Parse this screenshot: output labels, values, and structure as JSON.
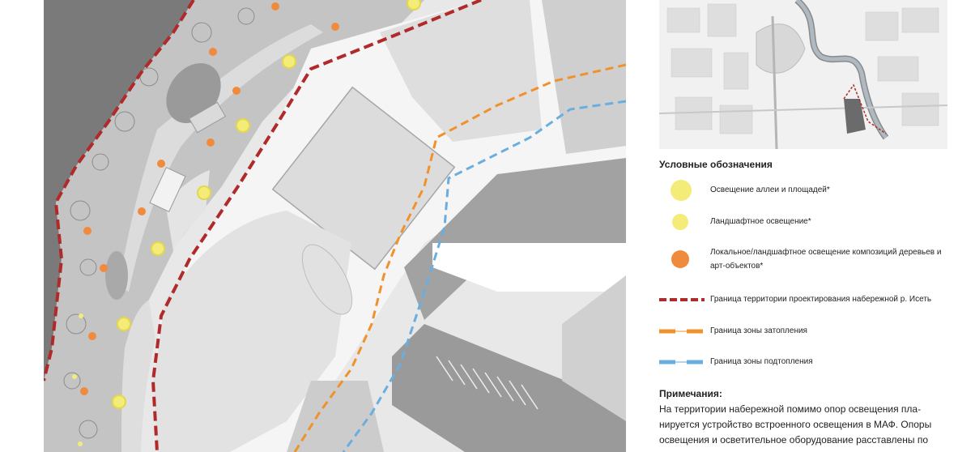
{
  "legend": {
    "title": "Условные обозначения",
    "items": [
      {
        "key": "alley-lighting",
        "label": "Освещение аллеи и площадей*",
        "symbol": "circle-large",
        "color": "#f3ec78"
      },
      {
        "key": "landscape-lighting",
        "label": "Ландшафтное освещение*",
        "symbol": "circle-small",
        "color": "#f3ec78"
      },
      {
        "key": "local-lighting",
        "label": "Локальное/ландшафтное освещение композиций деревьев и арт-объектов*",
        "symbol": "circle-orange",
        "color": "#f08a3c"
      },
      {
        "key": "project-boundary",
        "label": "Граница территории проектирования набережной р. Исеть",
        "symbol": "dash-red",
        "color": "#b02a2a"
      },
      {
        "key": "flood-zone",
        "label": "Граница зоны затопления",
        "symbol": "dash-orange",
        "color": "#f0922b"
      },
      {
        "key": "waterlogging-zone",
        "label": "Граница зоны подтопления",
        "symbol": "dash-blue",
        "color": "#6aaee0"
      }
    ]
  },
  "notes": {
    "title": "Примечания:",
    "lines": [
      "На территории набережной помимо опор освещения пла-",
      "нируется устройство встроенного освещения в МАФ. Опоры",
      "освещения и осветительное оборудование расставлены по"
    ]
  },
  "map": {
    "colors": {
      "water": "#7a7a7a",
      "ground": "#e8e8e8",
      "paving": "#f6f6f6",
      "building": "#cfcfcf",
      "embankment": "#bdbdbd",
      "lamp_yellow": "#f3ec78",
      "lamp_orange": "#f08a3c",
      "boundary_red": "#b02a2a",
      "flood_orange": "#f0922b",
      "waterlog_blue": "#6aaee0"
    }
  }
}
